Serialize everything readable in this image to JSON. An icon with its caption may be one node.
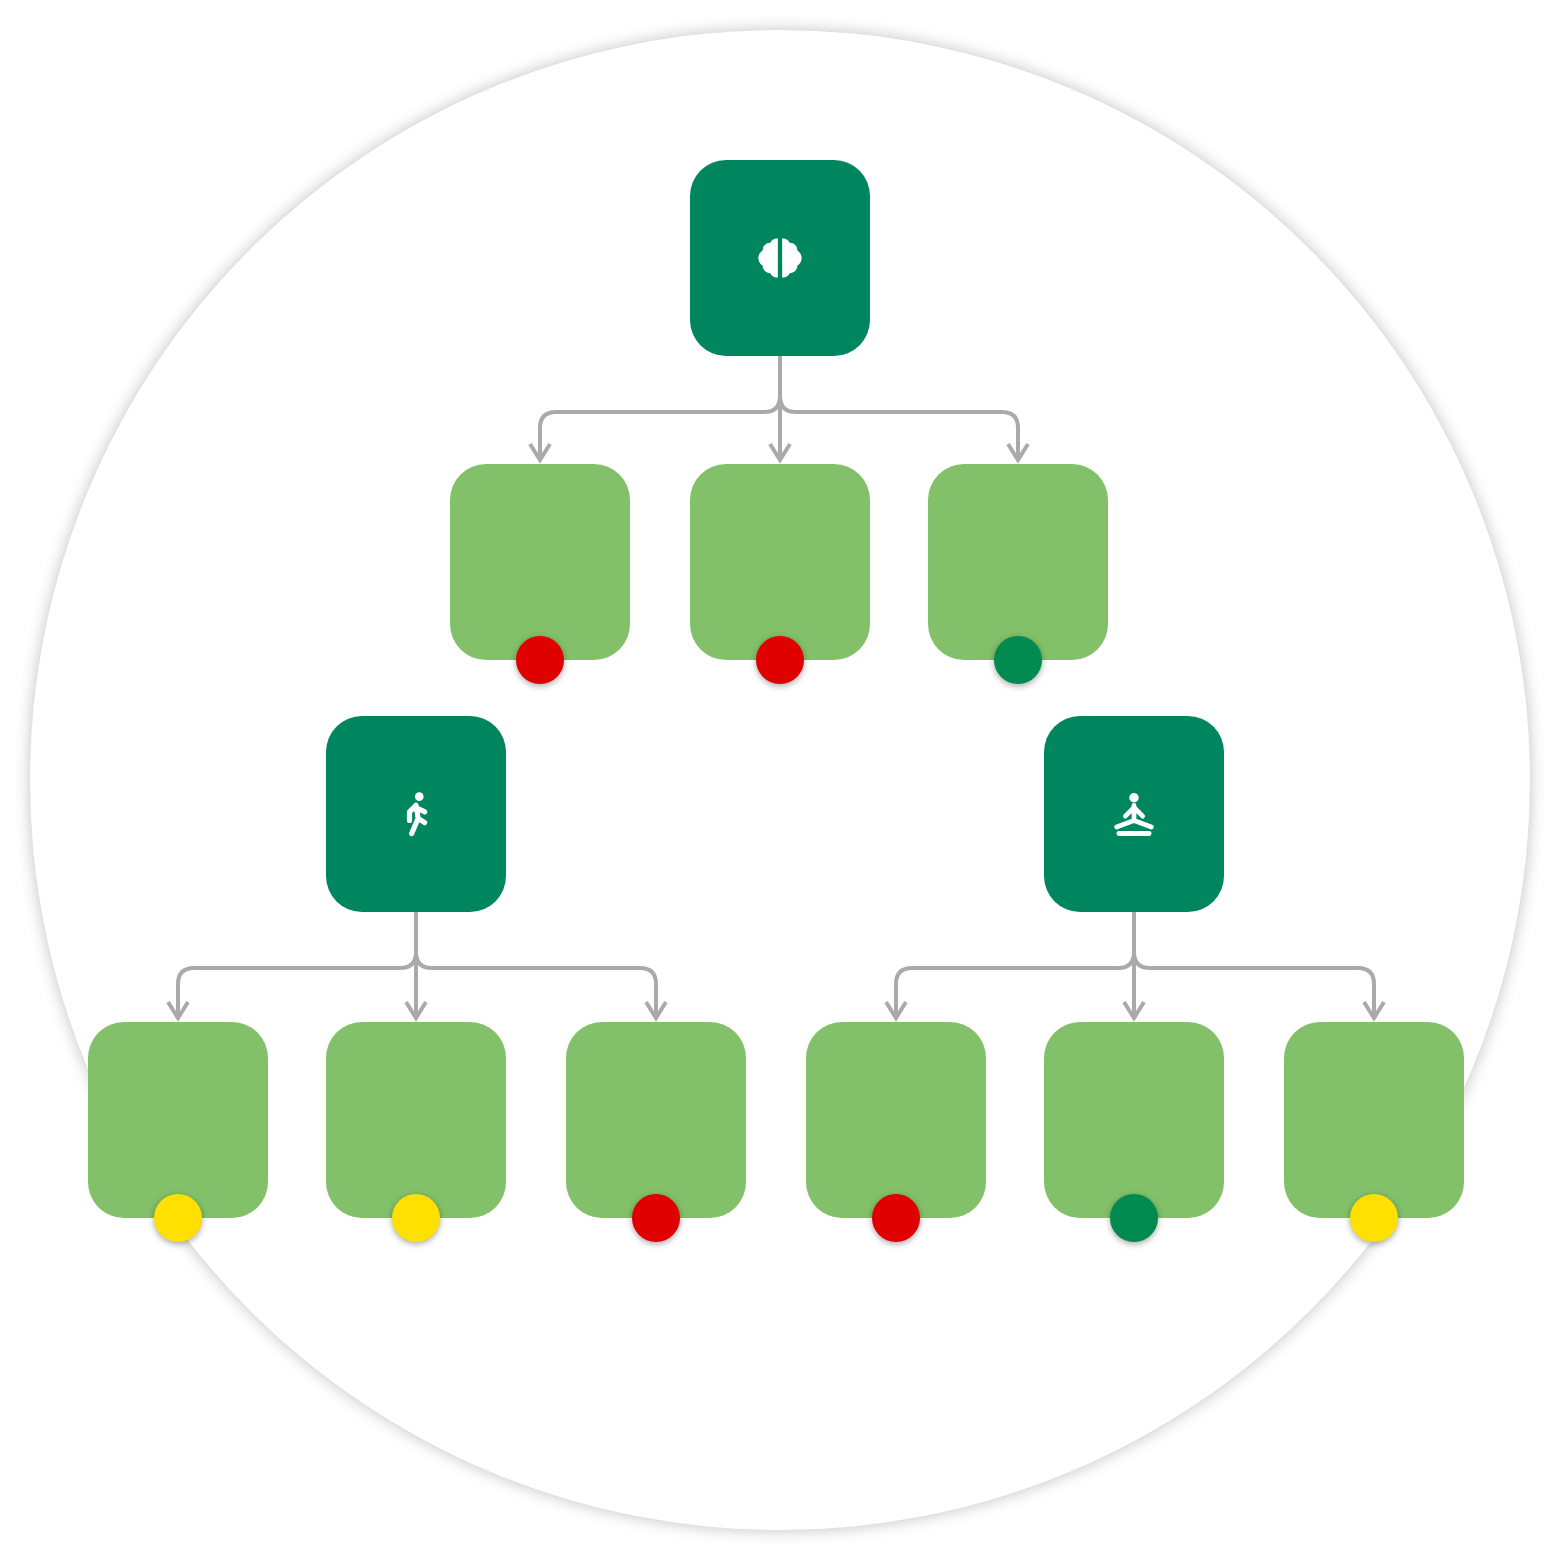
{
  "diagram": {
    "nodes": [
      {
        "text": [],
        "shape": "box"
      },
      {
        "text": [],
        "shape": "box"
      },
      {
        "text": [],
        "shape": "box"
      },
      {
        "text": [],
        "shape": "box"
      },
      {
        "text": [],
        "shape": "box"
      },
      {
        "text": [],
        "shape": "box"
      },
      {
        "text": [],
        "shape": "box"
      },
      {
        "text": [],
        "shape": "box"
      },
      {
        "text": [],
        "shape": "box"
      },
      {
        "text": [],
        "shape": "box"
      },
      {
        "text": [],
        "shape": "box"
      },
      {
        "text": [],
        "shape": "box"
      }
    ],
    "edges": [
      {
        "from": 0,
        "to": 1,
        "arrow": "to"
      },
      {
        "from": 0,
        "to": 2,
        "arrow": "to"
      },
      {
        "from": 0,
        "to": 3,
        "arrow": "to"
      },
      {
        "from": 4,
        "to": 6,
        "arrow": "to"
      },
      {
        "from": 4,
        "to": 7,
        "arrow": "to"
      },
      {
        "from": 4,
        "to": 8,
        "arrow": "to"
      },
      {
        "from": 5,
        "to": 9,
        "arrow": "to"
      },
      {
        "from": 5,
        "to": 10,
        "arrow": "to"
      },
      {
        "from": 5,
        "to": 11,
        "arrow": "to"
      }
    ]
  }
}
